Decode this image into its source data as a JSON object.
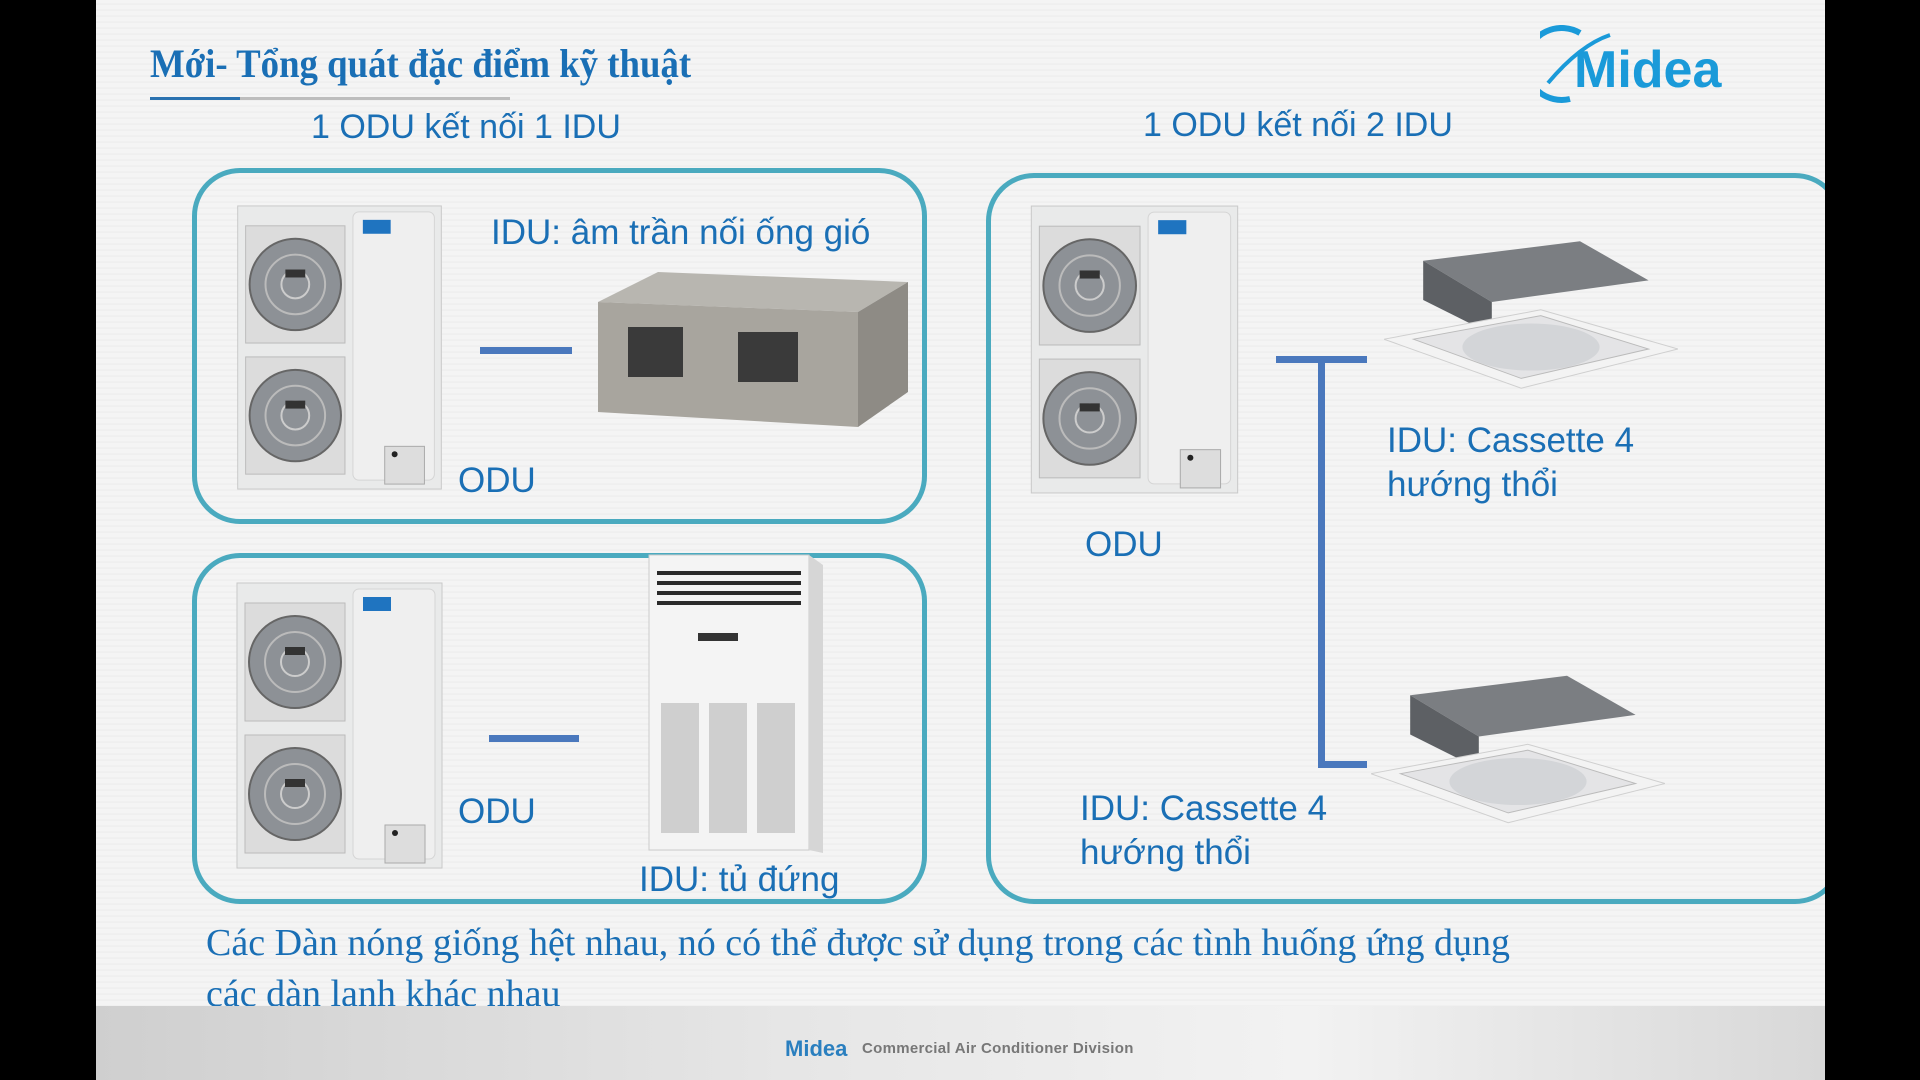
{
  "title": "Mới- Tổng quát đặc điểm kỹ thuật",
  "logo": {
    "text": "Midea",
    "color": "#1a9ad9"
  },
  "left": {
    "heading": "1 ODU kết nối 1 IDU",
    "box1": {
      "idu_label": "IDU: âm trần nối ống gió",
      "odu_label": "ODU"
    },
    "box2": {
      "idu_label": "IDU: tủ đứng",
      "odu_label": "ODU"
    }
  },
  "right": {
    "heading": "1 ODU kết nối 2 IDU",
    "odu_label": "ODU",
    "idu1_label_line1": "IDU: Cassette 4",
    "idu1_label_line2": "hướng thổi",
    "idu2_label_line1": "IDU: Cassette 4",
    "idu2_label_line2": "hướng thổi"
  },
  "bottom_text": {
    "line1": "Các Dàn nóng giống hệt nhau, nó có thể được sử dụng trong các tình huống ứng dụng",
    "line2": "các dàn lạnh khác nhau"
  },
  "footer": {
    "brand": "Midea",
    "division": "Commercial Air Conditioner Division"
  },
  "colors": {
    "accent": "#1a6fb5",
    "box_border": "#4aaabf",
    "pipe": "#4a78bd"
  }
}
